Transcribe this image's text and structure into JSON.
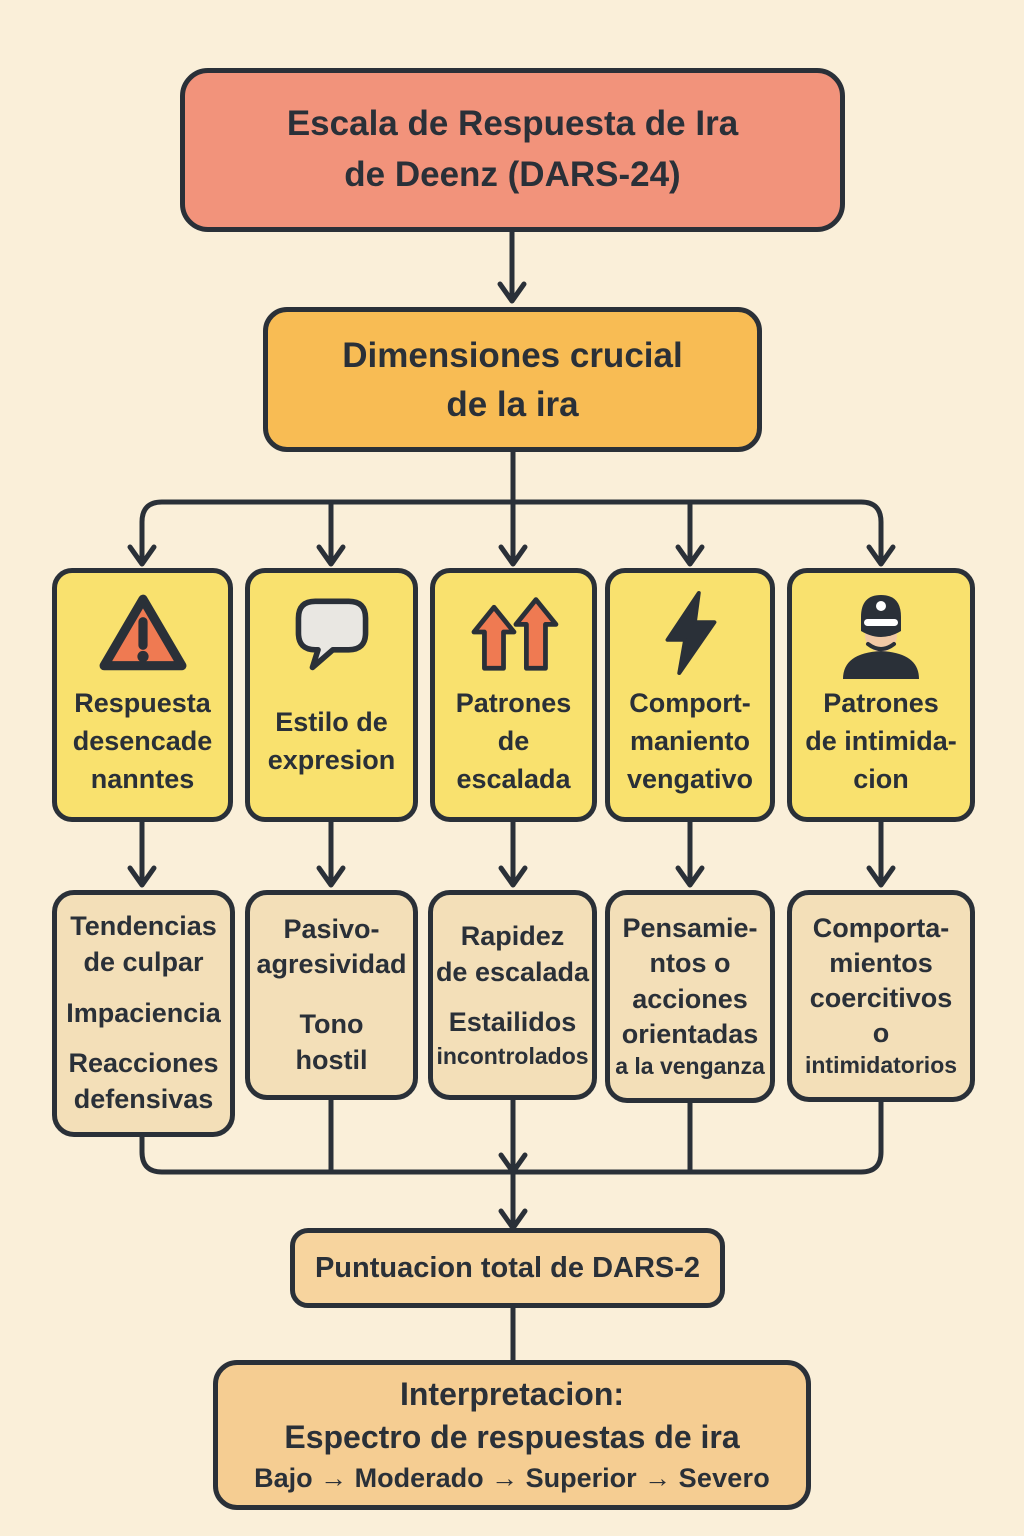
{
  "colors": {
    "background": "#FAEFD9",
    "ink": "#2A3038",
    "title_fill": "#F2937B",
    "dimensions_fill": "#F8BC54",
    "card_fill": "#F9E16E",
    "detail_fill": "#F3DFB8",
    "score_fill": "#F7D49E",
    "interpretation_fill": "#F5CD92",
    "icon_orange": "#EF7A52",
    "bubble_gray": "#E9E7E2",
    "skin": "#F2C9A5"
  },
  "title": {
    "line1": "Escala de Respuesta de Ira",
    "line2": "de Deenz (DARS-24)"
  },
  "dimensions": {
    "line1": "Dimensiones crucial",
    "line2": "de la ira"
  },
  "cards": [
    {
      "icon": "warning-triangle-icon",
      "lines": [
        "Respuesta",
        "desencade",
        "nanntes"
      ]
    },
    {
      "icon": "speech-bubble-icon",
      "lines": [
        "Estilo de",
        "expresion"
      ]
    },
    {
      "icon": "double-up-arrows-icon",
      "lines": [
        "Patrones",
        "de escalada"
      ]
    },
    {
      "icon": "lightning-bolt-icon",
      "lines": [
        "Comport-",
        "maniento",
        "vengativo"
      ]
    },
    {
      "icon": "police-officer-icon",
      "lines": [
        "Patrones",
        "de intimida-",
        "cion"
      ]
    }
  ],
  "details": [
    {
      "paras": [
        [
          "Tendencias",
          "de culpar"
        ],
        [
          "Impaciencia"
        ],
        [
          "Reacciones",
          "defensivas"
        ]
      ]
    },
    {
      "paras": [
        [
          "Pasivo-",
          "agresividad"
        ],
        [
          "Tono",
          "hostil"
        ]
      ]
    },
    {
      "paras": [
        [
          "Rapidez",
          "de escalada"
        ],
        [
          "Estailidos",
          "incontrolados"
        ]
      ]
    },
    {
      "paras": [
        [
          "Pensamie-",
          "ntos o",
          "acciones",
          "orientadas",
          "a la venganza"
        ]
      ]
    },
    {
      "paras": [
        [
          "Comporta-",
          "mientos",
          "coercitivos",
          "o",
          "intimidatorios"
        ]
      ]
    }
  ],
  "score": {
    "label": "Puntuacion total de DARS-2"
  },
  "interpretation": {
    "line1": "Interpretacion:",
    "line2": "Espectro de respuestas de ira",
    "scale_pre": "Bajo → Moderado → Superior →",
    "scale_severe": "Severo"
  }
}
